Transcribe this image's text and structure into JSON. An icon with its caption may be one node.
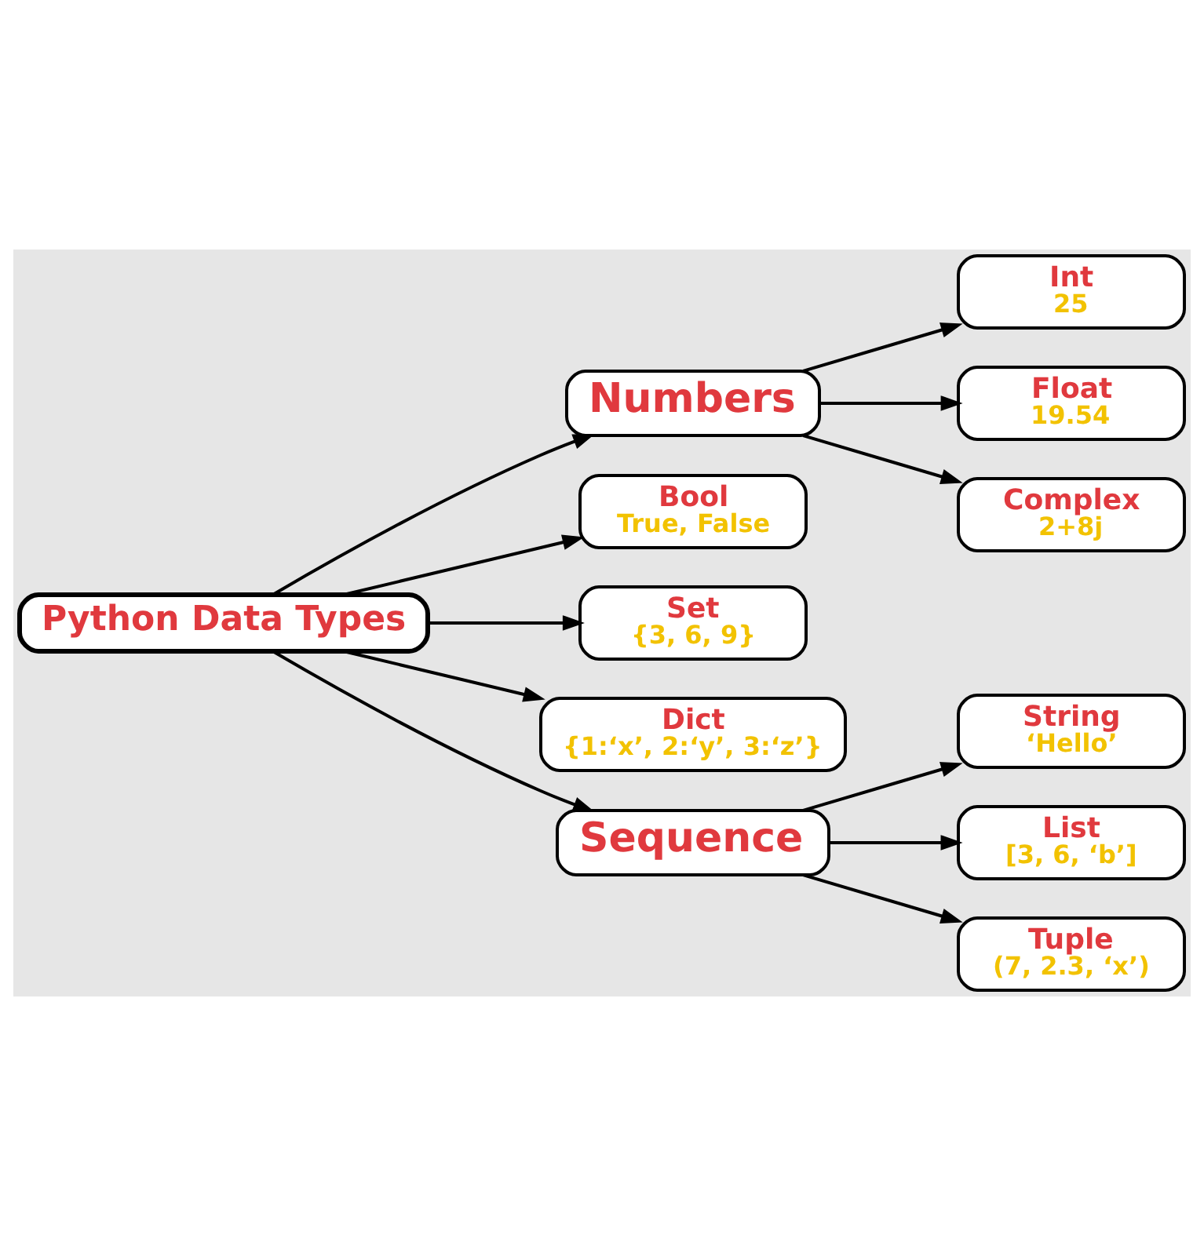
{
  "diagram": {
    "nodes": [
      {
        "text": [
          "Python Data Types"
        ]
      },
      {
        "text": [
          "Numbers"
        ]
      },
      {
        "text": [
          "Bool",
          "True, False"
        ]
      },
      {
        "text": [
          "Set",
          "{3, 6, 9}"
        ]
      },
      {
        "text": [
          "Dict",
          "{1:‘x’, 2:‘y’, 3:‘z’}"
        ]
      },
      {
        "text": [
          "Sequence"
        ]
      },
      {
        "text": [
          "Int",
          "25"
        ]
      },
      {
        "text": [
          "Float",
          "19.54"
        ]
      },
      {
        "text": [
          "Complex",
          "2+8j"
        ]
      },
      {
        "text": [
          "String",
          "‘Hello’"
        ]
      },
      {
        "text": [
          "List",
          "[3, 6, ‘b’]"
        ]
      },
      {
        "text": [
          "Tuple",
          "(7, 2.3, ‘x’)"
        ]
      }
    ],
    "edges": [
      {
        "from": 0,
        "to": 1,
        "arrow": "to"
      },
      {
        "from": 0,
        "to": 2,
        "arrow": "to"
      },
      {
        "from": 0,
        "to": 3,
        "arrow": "to"
      },
      {
        "from": 0,
        "to": 4,
        "arrow": "to"
      },
      {
        "from": 0,
        "to": 5,
        "arrow": "to"
      },
      {
        "from": 1,
        "to": 6,
        "arrow": "to"
      },
      {
        "from": 1,
        "to": 7,
        "arrow": "to"
      },
      {
        "from": 1,
        "to": 8,
        "arrow": "to"
      },
      {
        "from": 5,
        "to": 9,
        "arrow": "to"
      },
      {
        "from": 5,
        "to": 10,
        "arrow": "to"
      },
      {
        "from": 5,
        "to": 11,
        "arrow": "to"
      }
    ]
  }
}
